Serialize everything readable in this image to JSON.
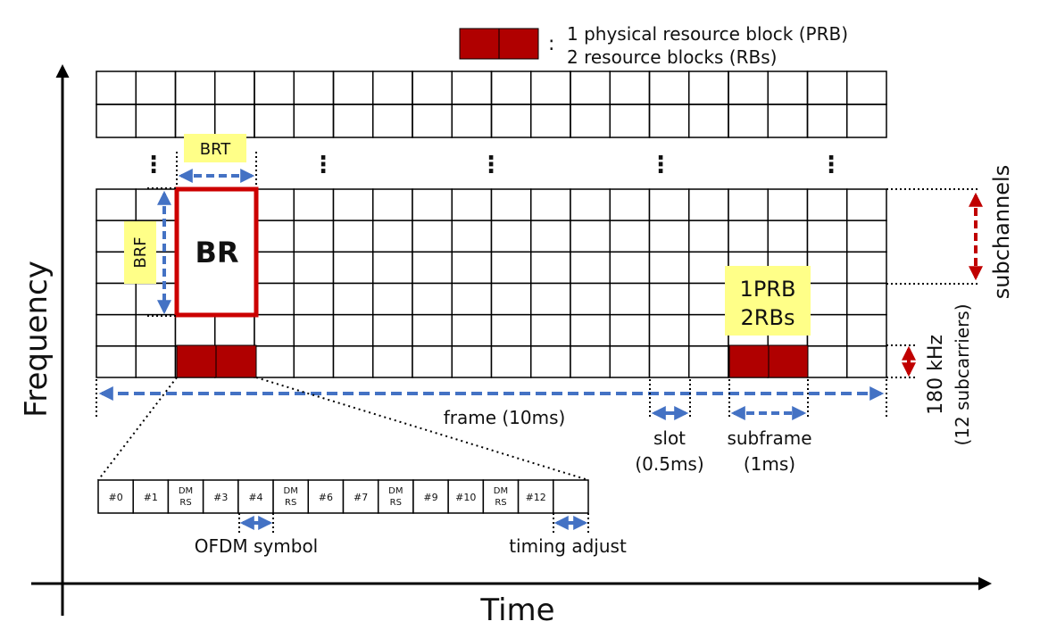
{
  "legend": {
    "line1": "1 physical resource block (PRB)",
    "line2": "2 resource blocks (RBs)",
    "colon": ":",
    "color": "#b00000"
  },
  "axes": {
    "y_label": "Frequency",
    "x_label": "Time"
  },
  "labels": {
    "brt": "BRT",
    "brf": "BRF",
    "br": "BR",
    "prb_line1": "1PRB",
    "prb_line2": "2RBs",
    "subchannels": "subchannels",
    "khz": "180 kHz",
    "subcarriers": "(12 subcarriers)",
    "frame": "frame (10ms)",
    "slot_line1": "slot",
    "slot_line2": "(0.5ms)",
    "subframe_line1": "subframe",
    "subframe_line2": "(1ms)",
    "ofdm": "OFDM symbol",
    "timing": "timing adjust",
    "ellipsis": "⋮"
  },
  "symbols": [
    "#0",
    "#1",
    "DM\nRS",
    "#3",
    "#4",
    "DM\nRS",
    "#6",
    "#7",
    "DM\nRS",
    "#9",
    "#10",
    "DM\nRS",
    "#12",
    ""
  ],
  "grid": {
    "columns": 20,
    "top_rows": 2,
    "main_rows": 6
  },
  "colors": {
    "prb": "#b00000",
    "br_border": "#cc0000",
    "dashed_blue": "#4472c4",
    "dashed_red": "#c00000",
    "highlight": "#ffff88"
  }
}
